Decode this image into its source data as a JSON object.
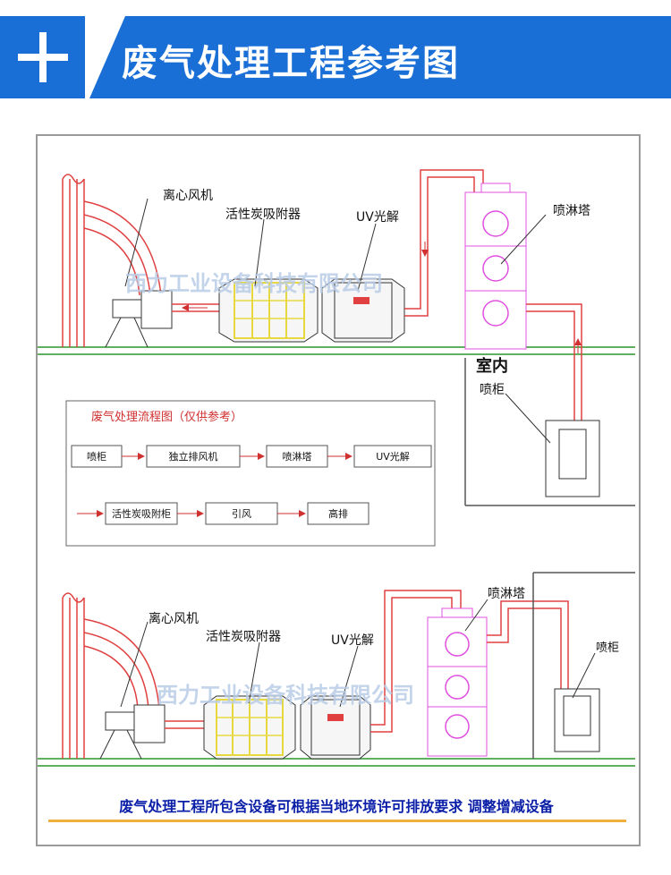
{
  "header": {
    "title": "废气处理工程参考图"
  },
  "diagram_top": {
    "labels": {
      "fan": "离心风机",
      "carbon": "活性炭吸附器",
      "uv": "UV光解",
      "tower": "喷淋塔",
      "indoor": "室内",
      "cabinet": "喷柜"
    },
    "watermark": "西力工业设备科技有限公司"
  },
  "flowchart": {
    "title": "废气处理流程图（仅供参考）",
    "row1": [
      "喷柜",
      "独立排风机",
      "喷淋塔",
      "UV光解"
    ],
    "row2": [
      "活性炭吸附柜",
      "引风",
      "高排"
    ]
  },
  "diagram_bottom": {
    "labels": {
      "fan": "离心风机",
      "carbon": "活性炭吸附器",
      "uv": "UV光解",
      "tower": "喷淋塔",
      "cabinet": "喷柜"
    },
    "watermark": "西力工业设备科技有限公司"
  },
  "footer": {
    "note": "废气处理工程所包含设备可根据当地环境许可排放要求 调整增减设备"
  },
  "colors": {
    "brand_blue": "#1a6fd6",
    "pipe_red": "#e04040",
    "tower_pink": "#e050e0",
    "floor_green": "#60b060",
    "carbon_yellow": "#e8d840"
  }
}
